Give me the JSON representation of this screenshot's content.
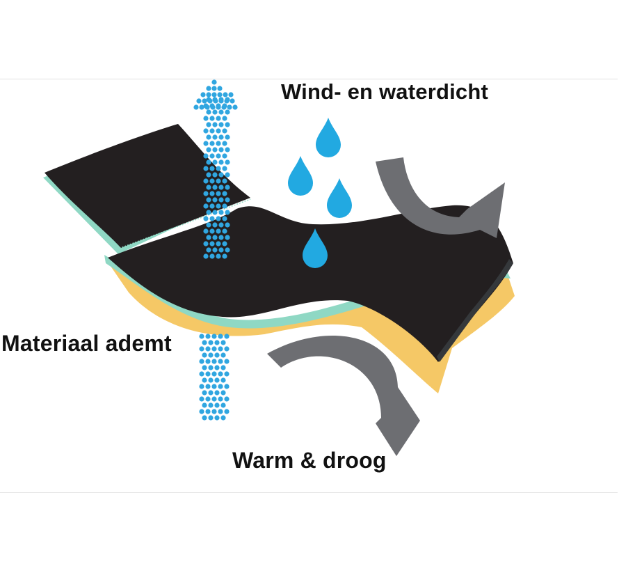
{
  "labels": {
    "top": "Wind- en waterdicht",
    "left": "Materiaal ademt",
    "bottom": "Warm & droog"
  },
  "colors": {
    "fabric": "#231f20",
    "membrane": "#8fd8c4",
    "lining": "#f5c866",
    "drop": "#22a9e1",
    "vapor": "#30a6e0",
    "arrow": "#6d6e72"
  }
}
